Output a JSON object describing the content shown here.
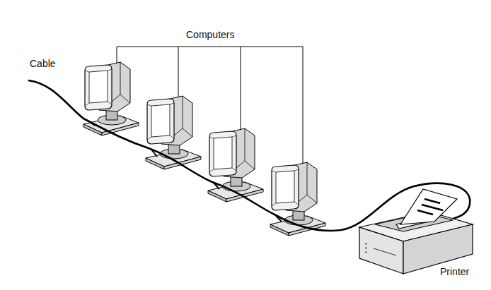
{
  "diagram": {
    "labels": [
      "Computers",
      "Cable",
      "Printer"
    ]
  }
}
